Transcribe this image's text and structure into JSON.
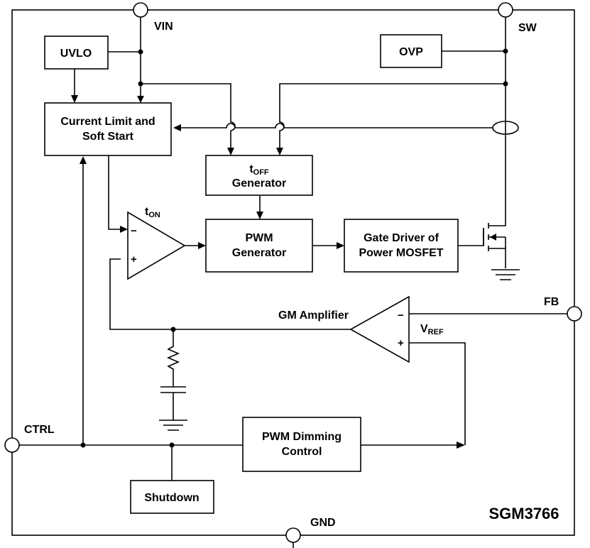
{
  "chip": {
    "name": "SGM3766"
  },
  "pins": {
    "vin": "VIN",
    "sw": "SW",
    "fb": "FB",
    "ctrl": "CTRL",
    "gnd": "GND"
  },
  "blocks": {
    "uvlo": "UVLO",
    "ovp": "OVP",
    "current_limit": [
      "Current Limit and",
      "Soft Start"
    ],
    "toff_main": "t",
    "toff_sub": "OFF",
    "toff_label": "Generator",
    "pwm_generator": [
      "PWM",
      "Generator"
    ],
    "gate_driver": [
      "Gate Driver of",
      "Power MOSFET"
    ],
    "pwm_dimming": [
      "PWM Dimming",
      "Control"
    ],
    "shutdown": "Shutdown"
  },
  "labels": {
    "ton_main": "t",
    "ton_sub": "ON",
    "gm_amplifier": "GM Amplifier",
    "vref_main": "V",
    "vref_sub": "REF",
    "minus": "−",
    "plus": "+"
  }
}
